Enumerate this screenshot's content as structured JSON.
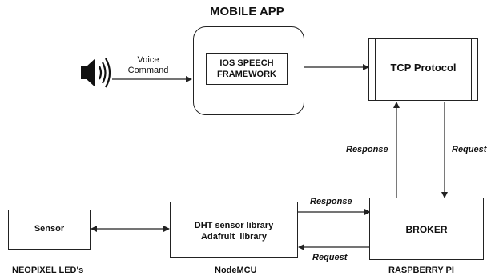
{
  "diagram": {
    "mobile_app": {
      "title": "MOBILE APP",
      "inner_line1": "IOS SPEECH",
      "inner_line2": "FRAMEWORK"
    },
    "voice_command": {
      "line1": "Voice",
      "line2": "Command",
      "icon": "speaker-icon"
    },
    "tcp": {
      "label": "TCP Protocol"
    },
    "broker": {
      "label": "BROKER",
      "caption": "RASPBERRY PI"
    },
    "nodemcu": {
      "line1": "DHT sensor library",
      "line2": "Adafruit  library",
      "caption": "NodeMCU"
    },
    "sensor": {
      "label": "Sensor",
      "caption": "NEOPIXEL LED's"
    },
    "edges": {
      "tcp_to_broker": "Request",
      "broker_to_tcp": "Response",
      "node_to_broker": "Response",
      "broker_to_node": "Request"
    }
  }
}
